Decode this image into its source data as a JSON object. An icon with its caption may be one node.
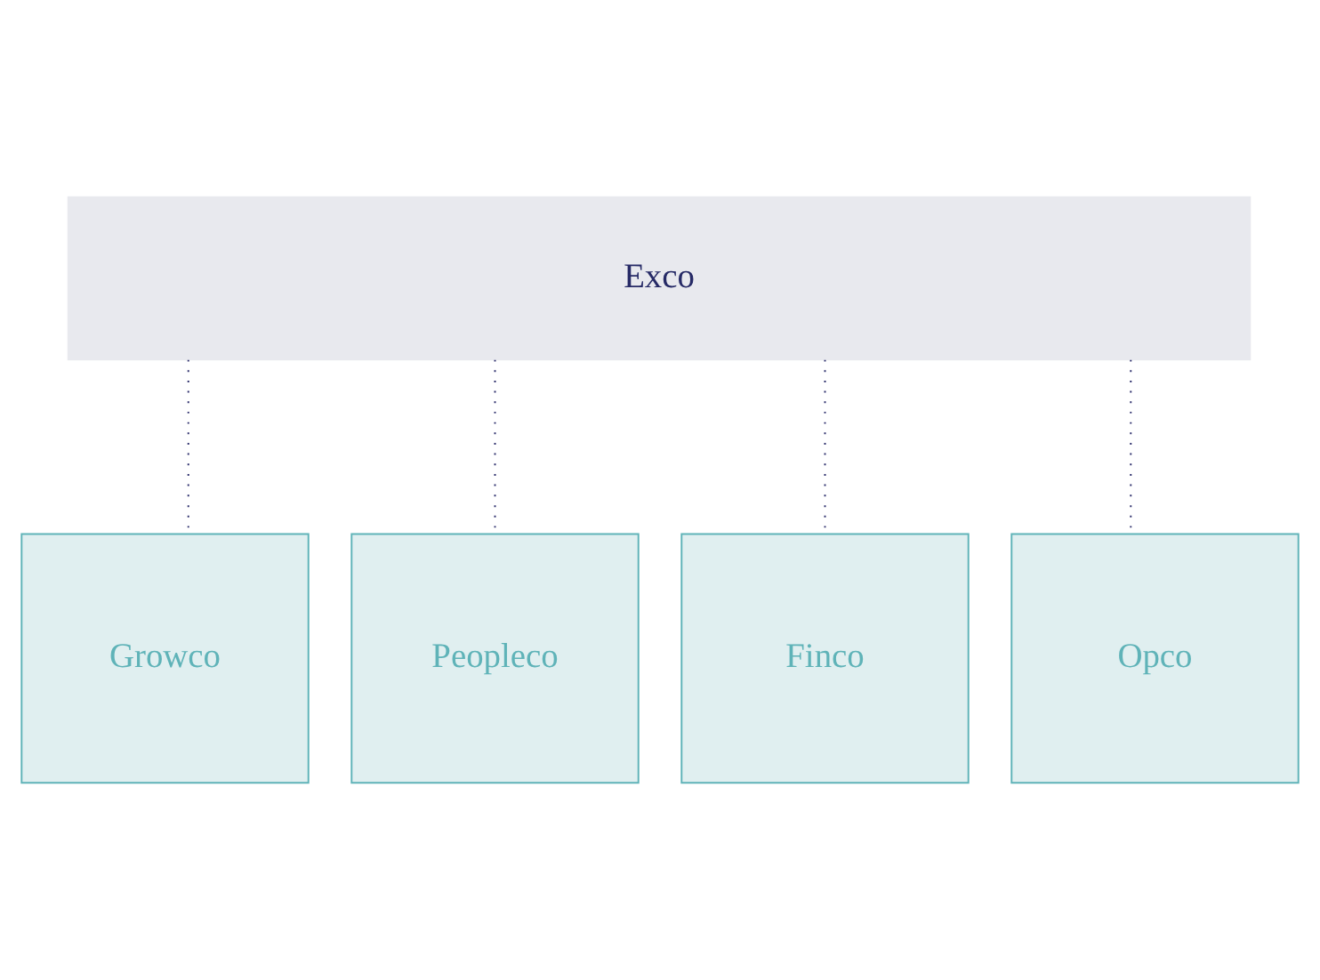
{
  "diagram": {
    "nodes": [
      {
        "text": [
          "Exco"
        ]
      },
      {
        "text": [
          "Growco"
        ]
      },
      {
        "text": [
          "Peopleco"
        ]
      },
      {
        "text": [
          "Finco"
        ]
      },
      {
        "text": [
          "Opco"
        ]
      }
    ],
    "edges": [
      {
        "from": 0,
        "to": 1,
        "arrow": "none",
        "style": "dashed"
      },
      {
        "from": 0,
        "to": 2,
        "arrow": "none",
        "style": "dashed"
      },
      {
        "from": 0,
        "to": 3,
        "arrow": "none",
        "style": "dashed"
      },
      {
        "from": 0,
        "to": 4,
        "arrow": "none",
        "style": "dashed"
      }
    ]
  }
}
